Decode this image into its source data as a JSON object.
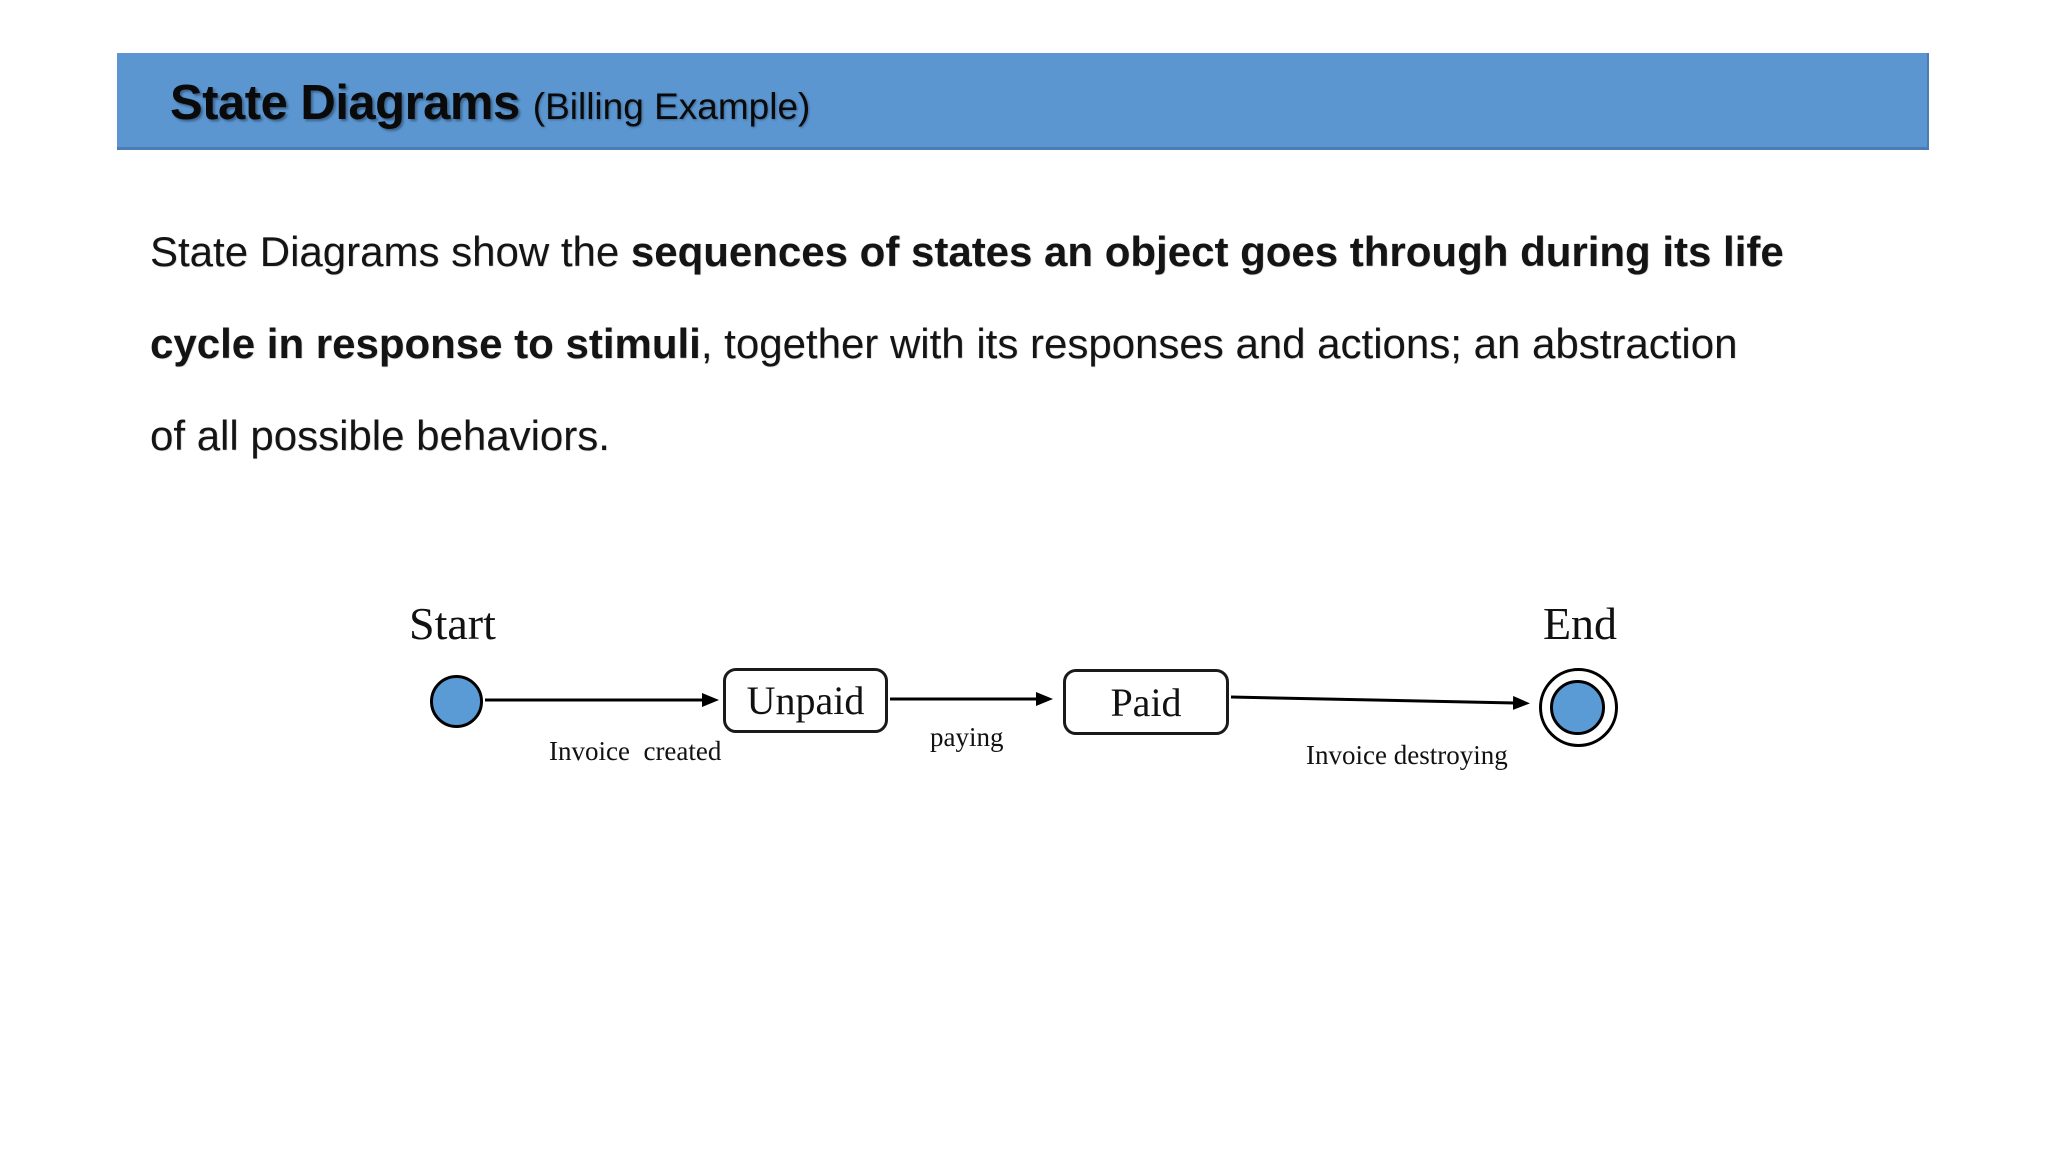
{
  "header": {
    "title": "State Diagrams",
    "subtitle": "(Billing Example)"
  },
  "paragraph": {
    "line1_normal": "State Diagrams show the ",
    "line1_bold": "sequences of states an object goes through during its life",
    "line2_bold": "cycle in response to stimuli",
    "line2_normal": ", together with its responses and actions; an abstraction",
    "line3_normal": "of all possible behaviors."
  },
  "diagram": {
    "type": "uml-state-diagram",
    "start": {
      "label": "Start",
      "kind": "initial-state"
    },
    "end": {
      "label": "End",
      "kind": "final-state"
    },
    "states": [
      {
        "label": "Unpaid"
      },
      {
        "label": "Paid"
      }
    ],
    "transitions": [
      {
        "label": "Invoice  created",
        "from": "Start",
        "to": "Unpaid"
      },
      {
        "label": "paying",
        "from": "Unpaid",
        "to": "Paid"
      },
      {
        "label": "Invoice destroying",
        "from": "Paid",
        "to": "End"
      }
    ]
  },
  "colors": {
    "banner_blue": "#5b96d1",
    "state_fill_blue": "#5b9bd5",
    "outline_black": "#000000",
    "text_black": "#141414"
  }
}
